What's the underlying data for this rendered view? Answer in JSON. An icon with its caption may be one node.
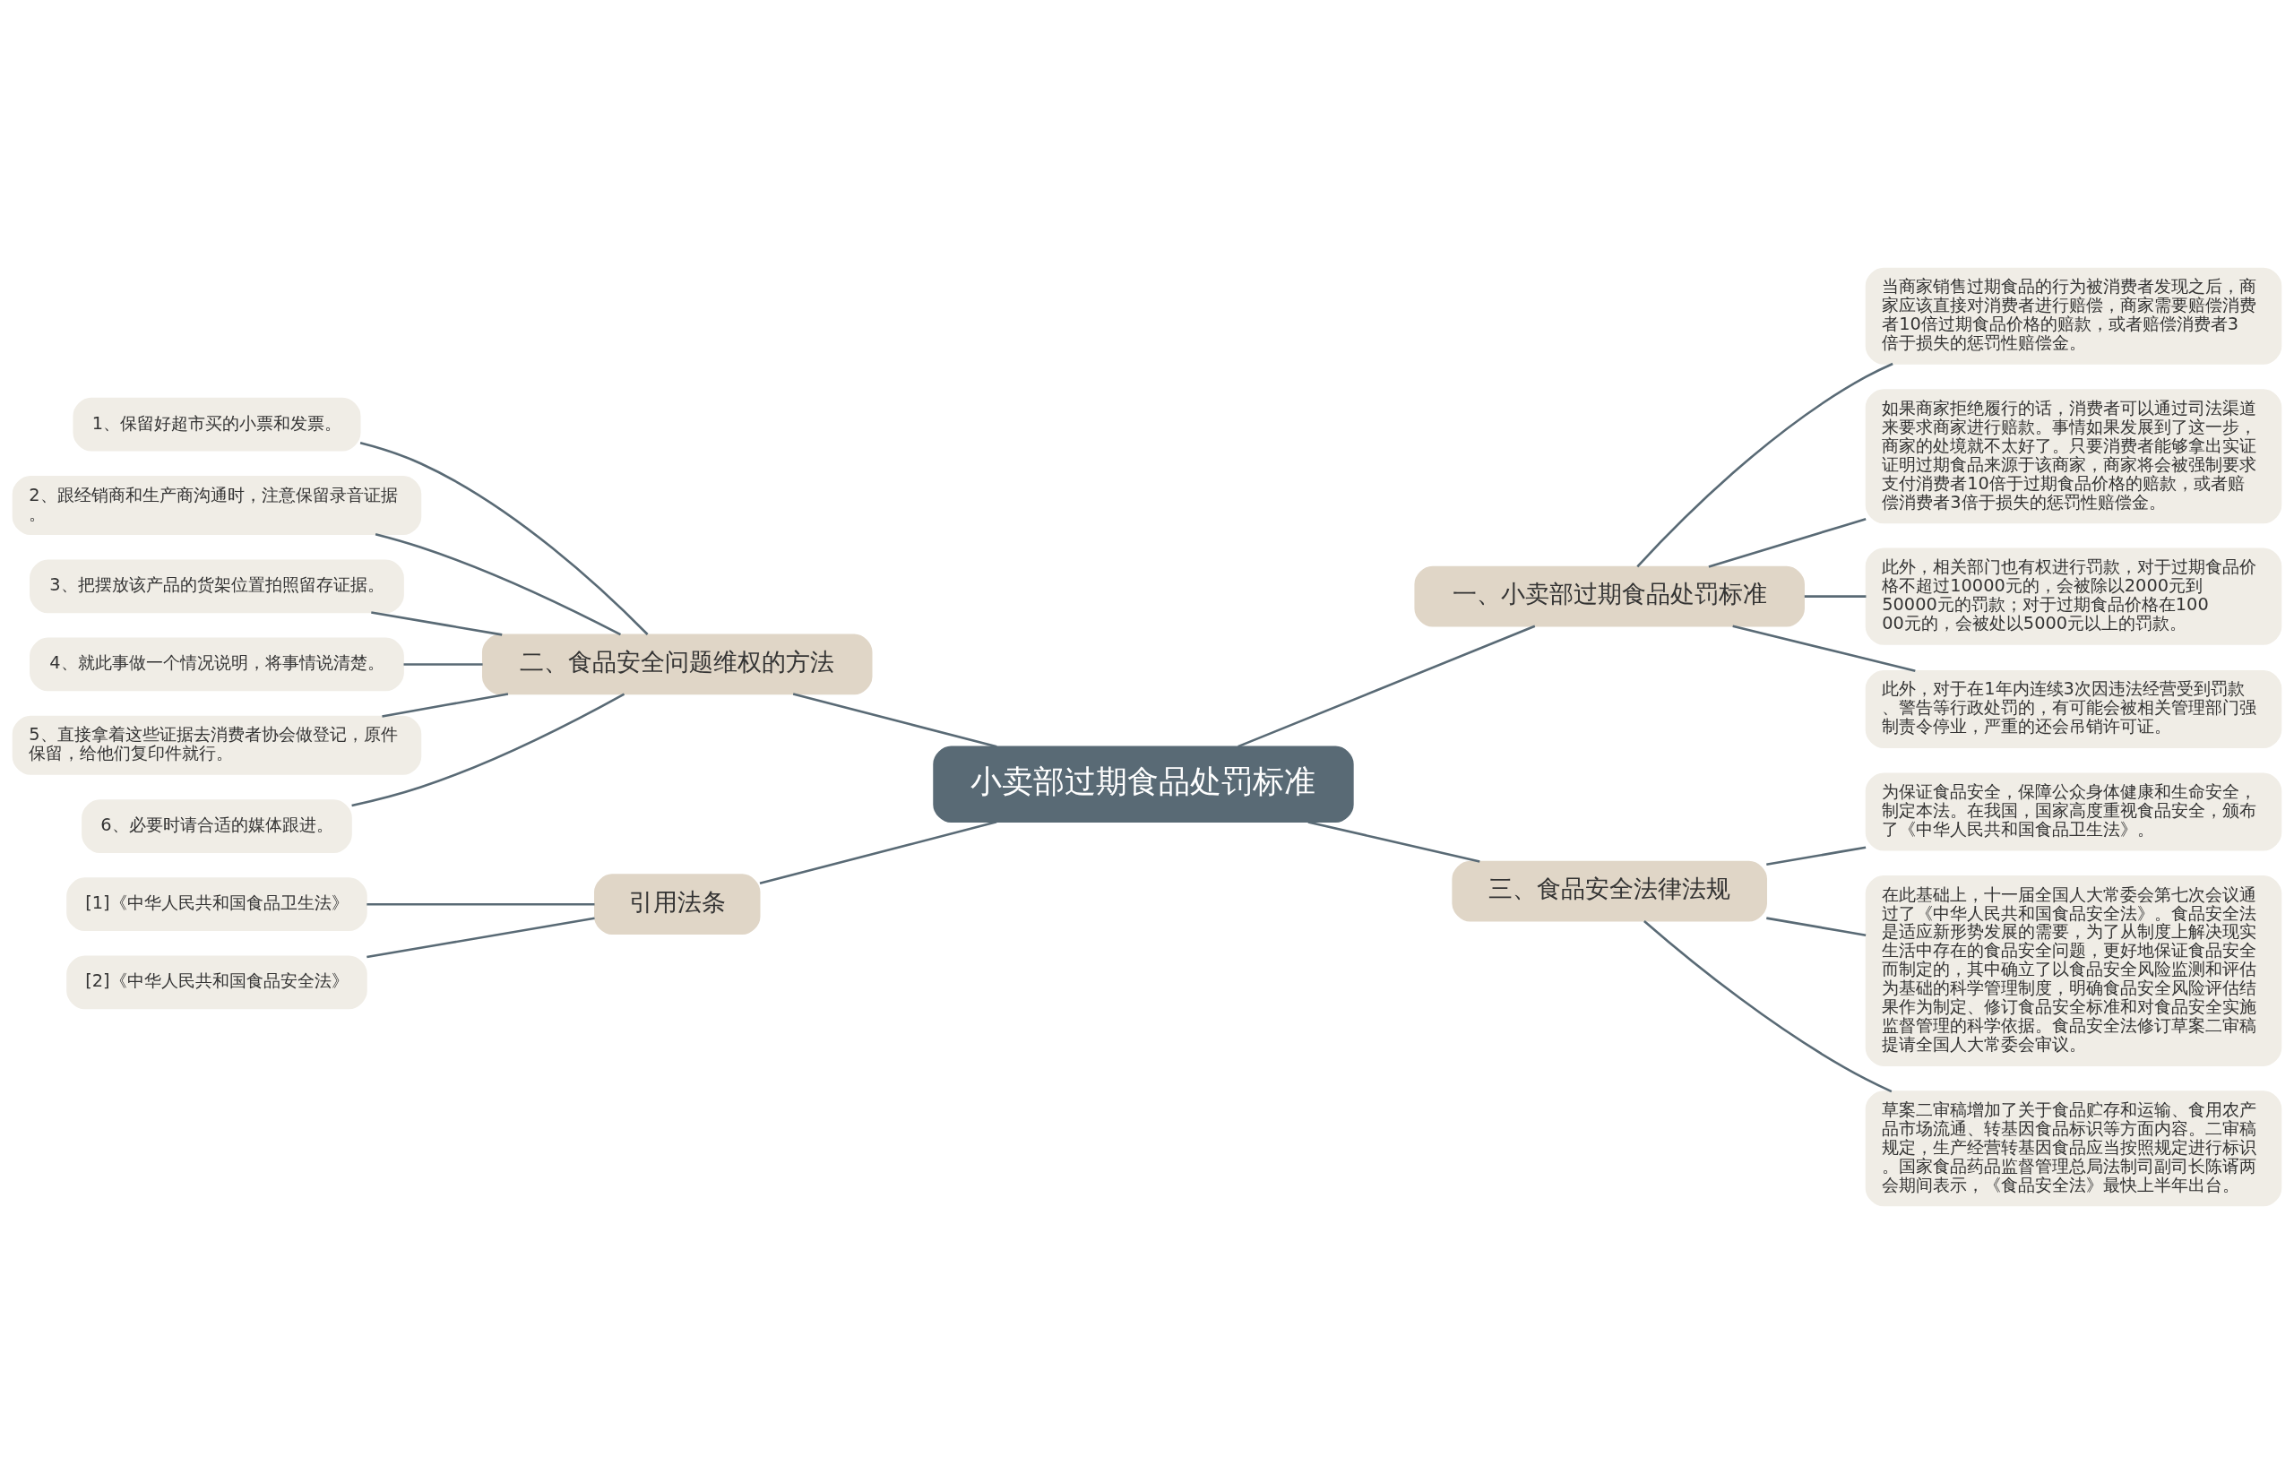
{
  "diagram": {
    "nodes": [
      {
        "text": [
          "小卖部过期食品处罚标准"
        ]
      },
      {
        "text": [
          "一、小卖部过期食品处罚标准"
        ]
      },
      {
        "text": [
          "当商家销售过期食品的行为被消费者发现之后，商家应该直接对消费者进行赔偿，商家需要赔偿消费者10倍过期食品价格的赔款，或者赔偿消费者3倍于损失的惩罚性赔偿金。"
        ]
      },
      {
        "text": [
          "如果商家拒绝履行的话，消费者可以通过司法渠道来要求商家进行赔款。事情如果发展到了这一步，商家的处境就不太好了。只要消费者能够拿出实证证明过期食品来源于该商家，商家将会被强制要求支付消费者10倍于过期食品价格的赔款，或者赔偿消费者3倍于损失的惩罚性赔偿金。"
        ]
      },
      {
        "text": [
          "此外，相关部门也有权进行罚款，对于过期食品价格不超过10000元的，会被除以2000元到50000元的罚款；对于过期食品价格在10000元的，会被处以5000元以上的罚款。"
        ]
      },
      {
        "text": [
          "此外，对于在1年内连续3次因违法经营受到罚款、警告等行政处罚的，有可能会被相关管理部门强制责令停业，严重的还会吊销许可证。"
        ]
      },
      {
        "text": [
          "二、食品安全问题维权的方法"
        ]
      },
      {
        "text": [
          "1、保留好超市买的小票和发票。"
        ]
      },
      {
        "text": [
          "2、跟经销商和生产商沟通时，注意保留录音证据。"
        ]
      },
      {
        "text": [
          "3、把摆放该产品的货架位置拍照留存证据。"
        ]
      },
      {
        "text": [
          "4、就此事做一个情况说明，将事情说清楚。"
        ]
      },
      {
        "text": [
          "5、直接拿着这些证据去消费者协会做登记，原件保留，给他们复印件就行。"
        ]
      },
      {
        "text": [
          "6、必要时请合适的媒体跟进。"
        ]
      },
      {
        "text": [
          "引用法条"
        ]
      },
      {
        "text": [
          "[1]《中华人民共和国食品卫生法》"
        ]
      },
      {
        "text": [
          "[2]《中华人民共和国食品安全法》"
        ]
      },
      {
        "text": [
          "三、食品安全法律法规"
        ]
      },
      {
        "text": [
          "为保证食品安全，保障公众身体健康和生命安全，制定本法。在我国，国家高度重视食品安全，颁布了《中华人民共和国食品卫生法》。"
        ]
      },
      {
        "text": [
          "在此基础上，十一届全国人大常委会第七次会议通过了《中华人民共和国食品安全法》。食品安全法是适应新形势发展的需要，为了从制度上解决现实生活中存在的食品安全问题，更好地保证食品安全而制定的，其中确立了以食品安全风险监测和评估为基础的科学管理制度，明确食品安全风险评估结果作为制定、修订食品安全标准和对食品安全实施监督管理的科学依据。食品安全法修订草案二审稿提请全国人大常委会审议。"
        ]
      },
      {
        "text": [
          "草案二审稿增加了关于食品贮存和运输、食用农产品市场流通、转基因食品标识等方面内容。二审稿规定，生产经营转基因食品应当按照规定进行标识。国家食品药品监督管理总局法制司副司长陈谞两会期间表示，《食品安全法》最快上半年出台。"
        ]
      }
    ],
    "edges": [
      {
        "from": 0,
        "to": 1,
        "arrow": "none"
      },
      {
        "from": 1,
        "to": 2,
        "arrow": "none"
      },
      {
        "from": 1,
        "to": 3,
        "arrow": "none"
      },
      {
        "from": 1,
        "to": 4,
        "arrow": "none"
      },
      {
        "from": 1,
        "to": 5,
        "arrow": "none"
      },
      {
        "from": 0,
        "to": 6,
        "arrow": "none"
      },
      {
        "from": 6,
        "to": 7,
        "arrow": "none"
      },
      {
        "from": 6,
        "to": 8,
        "arrow": "none"
      },
      {
        "from": 6,
        "to": 9,
        "arrow": "none"
      },
      {
        "from": 6,
        "to": 10,
        "arrow": "none"
      },
      {
        "from": 6,
        "to": 11,
        "arrow": "none"
      },
      {
        "from": 6,
        "to": 12,
        "arrow": "none"
      },
      {
        "from": 0,
        "to": 13,
        "arrow": "none"
      },
      {
        "from": 13,
        "to": 14,
        "arrow": "none"
      },
      {
        "from": 13,
        "to": 15,
        "arrow": "none"
      },
      {
        "from": 0,
        "to": 16,
        "arrow": "none"
      },
      {
        "from": 16,
        "to": 17,
        "arrow": "none"
      },
      {
        "from": 16,
        "to": 18,
        "arrow": "none"
      },
      {
        "from": 16,
        "to": 19,
        "arrow": "none"
      }
    ]
  }
}
